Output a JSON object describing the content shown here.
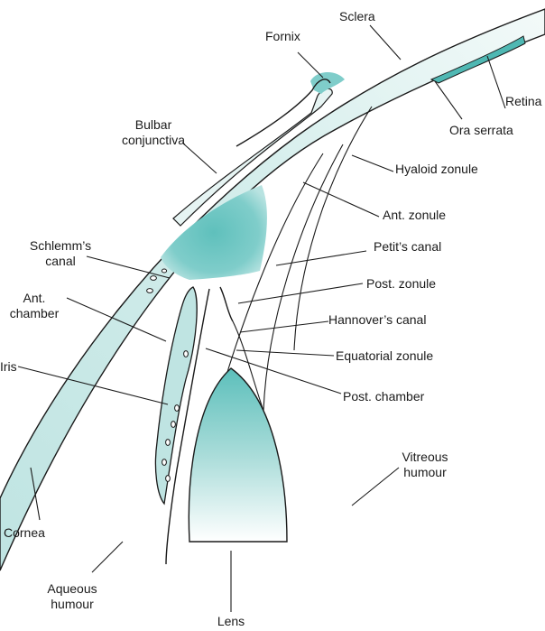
{
  "colors": {
    "tissue_teal": "#6cc7c3",
    "tissue_light": "#d6eeec",
    "outline": "#1a1a1a",
    "background": "#ffffff"
  },
  "labels": {
    "sclera": "Sclera",
    "fornix": "Fornix",
    "retina": "Retina",
    "ora_serrata": "Ora serrata",
    "bulbar_conjunctiva_1": "Bulbar",
    "bulbar_conjunctiva_2": "conjunctiva",
    "hyaloid_zonule": "Hyaloid zonule",
    "ant_zonule": "Ant. zonule",
    "schlemms_canal_1": "Schlemm’s",
    "schlemms_canal_2": "canal",
    "petits_canal": "Petit’s canal",
    "post_zonule": "Post. zonule",
    "ant_chamber_1": "Ant.",
    "ant_chamber_2": "chamber",
    "hannovers_canal": "Hannover’s canal",
    "equatorial_zonule": "Equatorial zonule",
    "iris": "Iris",
    "post_chamber": "Post. chamber",
    "vitreous_humour_1": "Vitreous",
    "vitreous_humour_2": "humour",
    "cornea": "Cornea",
    "aqueous_humour_1": "Aqueous",
    "aqueous_humour_2": "humour",
    "lens": "Lens"
  }
}
